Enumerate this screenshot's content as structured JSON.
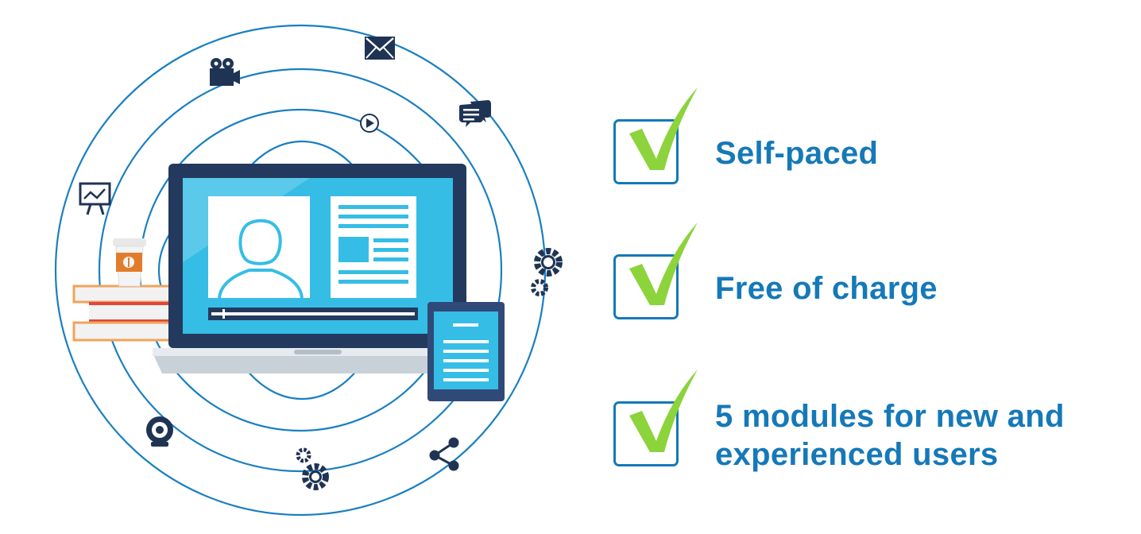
{
  "features": [
    {
      "label": "Self-paced"
    },
    {
      "label": "Free of charge"
    },
    {
      "label": "5 modules for new and\nexperienced users"
    }
  ],
  "colors": {
    "brand_blue": "#1579b8",
    "orbit_blue": "#1a7fc1",
    "laptop_frame": "#233a5e",
    "screen": "#36bde6",
    "check_green": "#8cd33c",
    "icon_navy": "#1f3454",
    "book_orange": "#f0a35a",
    "book_red": "#e0463a",
    "coffee_orange": "#e27c2c"
  },
  "icons": [
    "envelope-icon",
    "video-camera-icon",
    "chat-bubbles-icon",
    "play-icon",
    "presentation-board-icon",
    "gears-icon",
    "webcam-icon",
    "share-icon",
    "settings-gears-icon",
    "coffee-cup-icon",
    "books-icon",
    "laptop-icon",
    "tablet-icon",
    "user-avatar-icon",
    "document-icon",
    "checkmark-icon"
  ]
}
